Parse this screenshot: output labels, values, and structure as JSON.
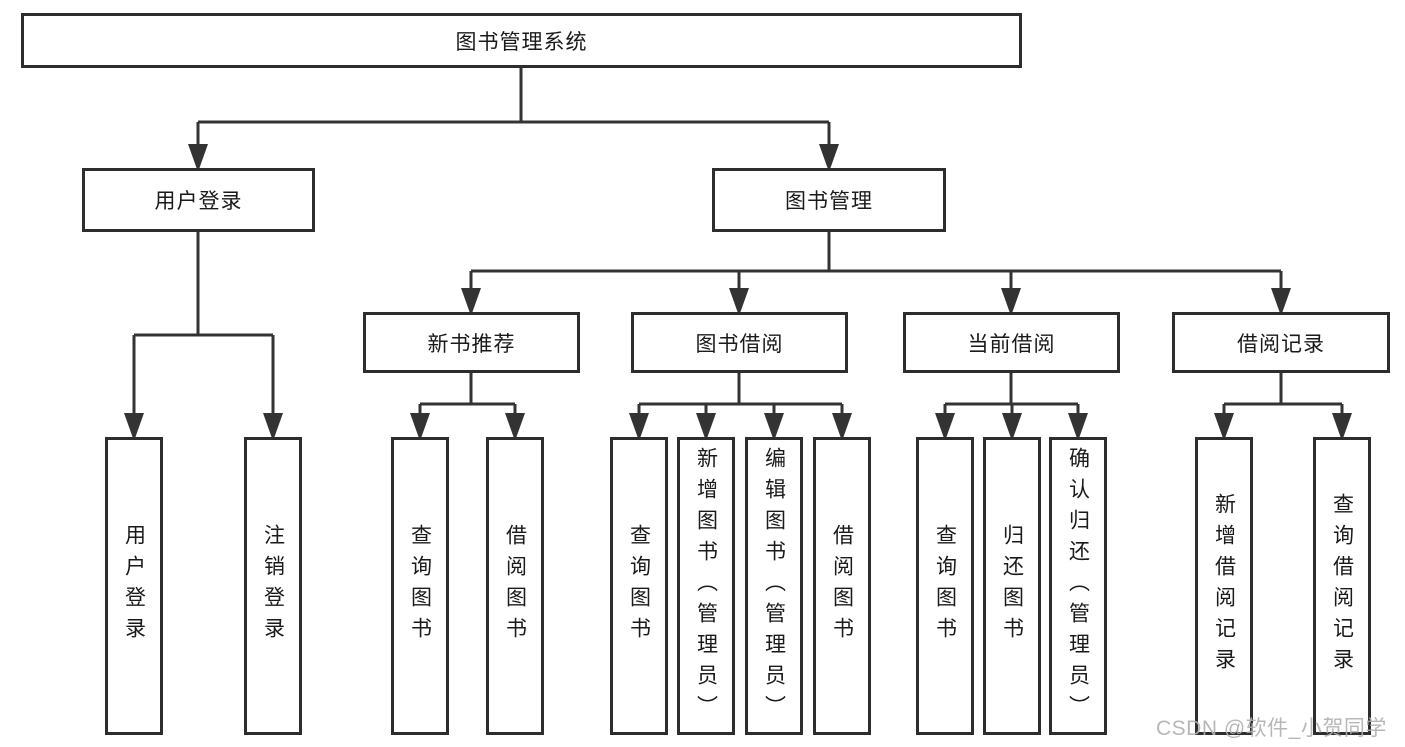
{
  "diagram": {
    "title": "图书管理系统",
    "tree": {
      "label": "图书管理系统",
      "children": [
        {
          "label": "用户登录",
          "children": [
            {
              "label": "用户登录"
            },
            {
              "label": "注销登录"
            }
          ]
        },
        {
          "label": "图书管理",
          "children": [
            {
              "label": "新书推荐",
              "children": [
                {
                  "label": "查询图书"
                },
                {
                  "label": "借阅图书"
                }
              ]
            },
            {
              "label": "图书借阅",
              "children": [
                {
                  "label": "查询图书"
                },
                {
                  "label": "新增图书（管理员）"
                },
                {
                  "label": "编辑图书（管理员）"
                },
                {
                  "label": "借阅图书"
                }
              ]
            },
            {
              "label": "当前借阅",
              "children": [
                {
                  "label": "查询图书"
                },
                {
                  "label": "归还图书"
                },
                {
                  "label": "确认归还（管理员）"
                }
              ]
            },
            {
              "label": "借阅记录",
              "children": [
                {
                  "label": "新增借阅记录"
                },
                {
                  "label": "查询借阅记录"
                }
              ]
            }
          ]
        }
      ]
    }
  },
  "watermark": "CSDN @软件_小贺同学",
  "colors": {
    "line": "#333333",
    "box_border": "#2d2d2d",
    "text": "#1a1a1a",
    "watermark": "#afafaf",
    "background": "#ffffff"
  }
}
